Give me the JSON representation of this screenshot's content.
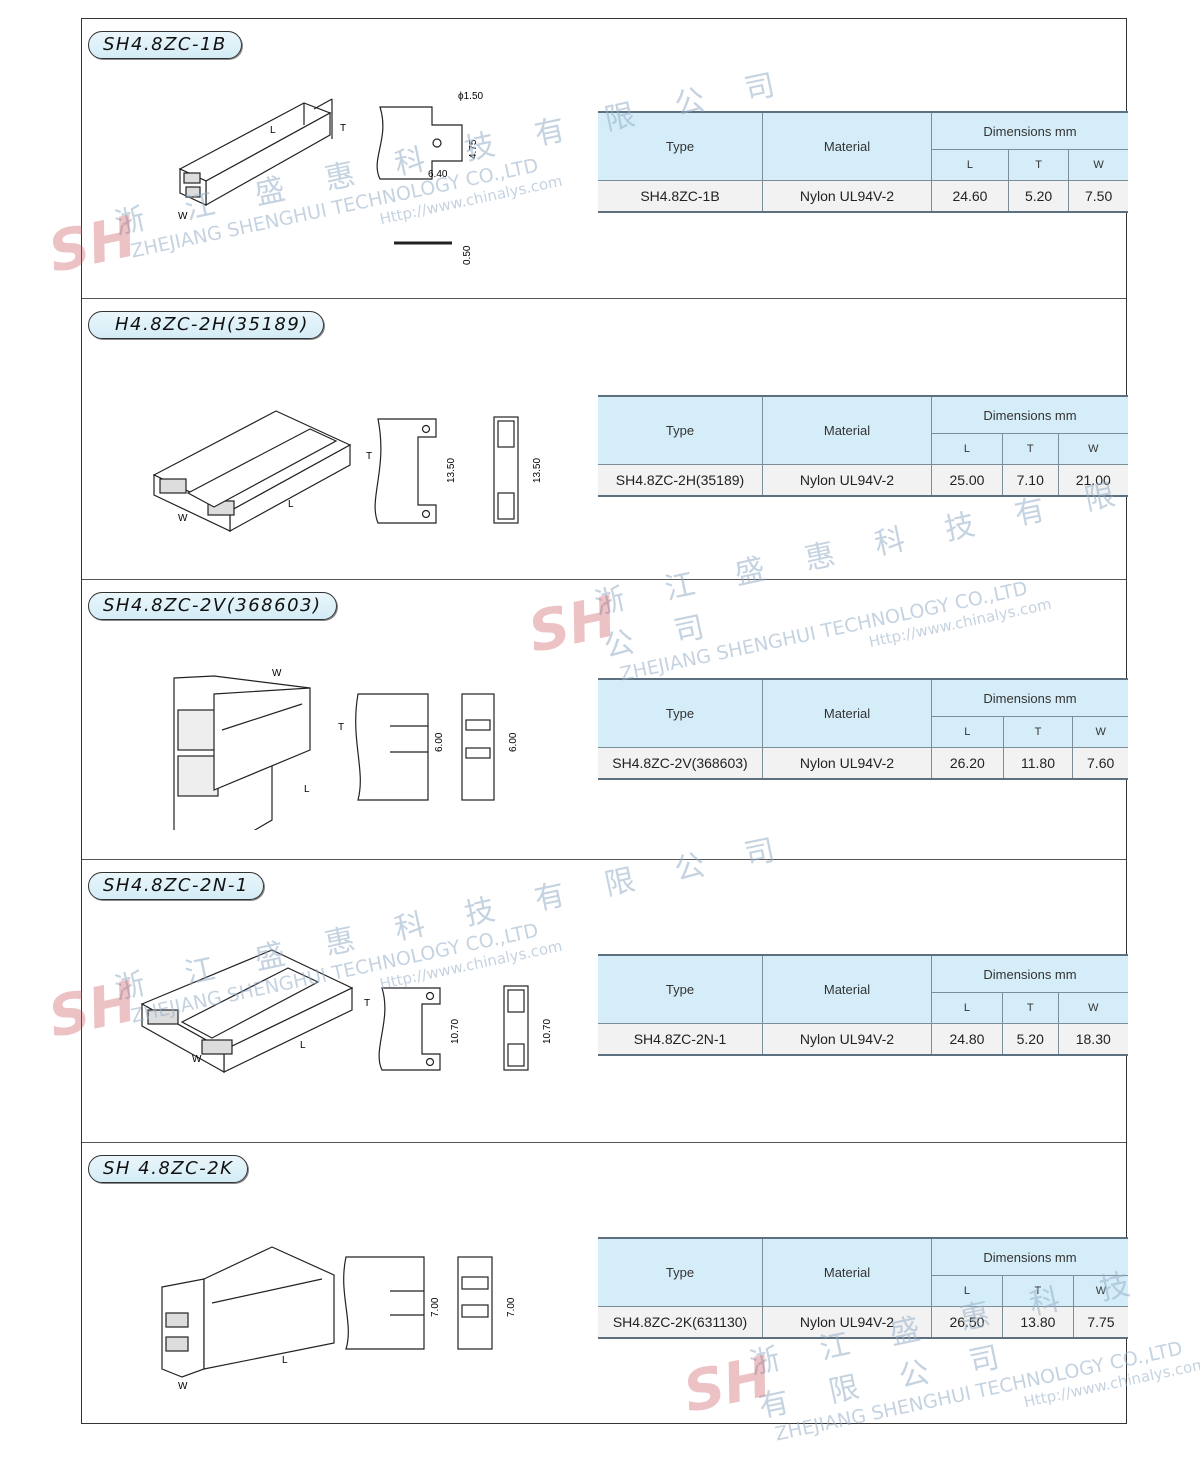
{
  "table_headers": {
    "type": "Type",
    "material": "Material",
    "dimensions": "Dimensions mm",
    "l": "L",
    "t": "T",
    "w": "W"
  },
  "watermark": {
    "company_cn": "浙 江 盛 惠 科 技 有 限 公 司",
    "company_en": "ZHEJIANG SHENGHUI TECHNOLOGY CO.,LTD",
    "url": "Http://www.chinalys.com",
    "logo": "SH"
  },
  "products": [
    {
      "title": "SH4.8ZC-1B",
      "type": "SH4.8ZC-1B",
      "material": "Nylon UL94V-2",
      "L": "24.60",
      "T": "5.20",
      "W": "7.50",
      "dims": {
        "hole": "ϕ1.50",
        "height": "4.75",
        "width": "6.40",
        "thickness": "0.50"
      }
    },
    {
      "title": "H4.8ZC-2H(35189)",
      "type": "SH4.8ZC-2H(35189)",
      "material": "Nylon UL94V-2",
      "L": "25.00",
      "T": "7.10",
      "W": "21.00",
      "dims": {
        "pitch": "13.50",
        "pitch2": "13.50"
      }
    },
    {
      "title": "SH4.8ZC-2V(368603)",
      "type": "SH4.8ZC-2V(368603)",
      "material": "Nylon UL94V-2",
      "L": "26.20",
      "T": "11.80",
      "W": "7.60",
      "dims": {
        "pitch": "6.00",
        "pitch2": "6.00"
      }
    },
    {
      "title": "SH4.8ZC-2N-1",
      "type": "SH4.8ZC-2N-1",
      "material": "Nylon UL94V-2",
      "L": "24.80",
      "T": "5.20",
      "W": "18.30",
      "dims": {
        "pitch": "10.70",
        "pitch2": "10.70"
      }
    },
    {
      "title": "SH 4.8ZC-2K",
      "type": "SH4.8ZC-2K(631130)",
      "material": "Nylon UL94V-2",
      "L": "26.50",
      "T": "13.80",
      "W": "7.75",
      "dims": {
        "pitch": "7.00",
        "pitch2": "7.00"
      }
    }
  ],
  "drawing_labels": {
    "w": "W",
    "t": "T",
    "l": "L"
  }
}
